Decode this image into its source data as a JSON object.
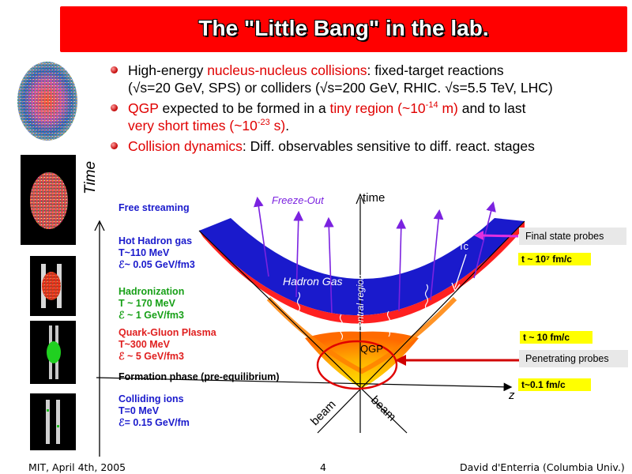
{
  "title": "The \"Little Bang\" in the lab.",
  "bullets": {
    "b1": {
      "plain1": "High-energy ",
      "red1": "nucleus-nucleus collisions",
      "plain2": ": fixed-target reactions",
      "line2": "(√s=20 GeV, SPS) or colliders (√s=200 GeV, RHIC. √s=5.5 TeV, LHC)"
    },
    "b2": {
      "red1": "QGP",
      "plain1": " expected to be formed in a ",
      "red2": "tiny region (~10",
      "sup1": "-14",
      "red3": " m)",
      "plain2": " and to last",
      "red4": "very short times (~10",
      "sup2": "-23",
      "red5": " s)",
      "plain3": "."
    },
    "b3": {
      "red1": "Collision dynamics",
      "plain1": ": Diff. observables sensitive to diff. react. stages"
    }
  },
  "diagram": {
    "time_axis_label": "Time",
    "stages": {
      "free_streaming": "Free streaming",
      "hot_hadron_gas": "Hot Hadron gas",
      "hhg_T": "T~110 MeV",
      "hhg_e": "ℰ~ 0.05 GeV/fm3",
      "hadronization": "Hadronization",
      "had_T": "T ~ 170 MeV",
      "had_e": "ℰ ~ 1 GeV/fm3",
      "qgp": "Quark-Gluon Plasma",
      "qgp_T": "T~300 MeV",
      "qgp_e": "ℰ ~ 5 GeV/fm3",
      "formation": "Formation phase (pre-equilibrium)",
      "colliding": "Colliding ions",
      "col_T": "T=0 MeV",
      "col_e": "ℰ= 0.15 GeV/fm"
    },
    "labels": {
      "freeze_out": "Freeze-Out",
      "time": "time",
      "tc": "Tc",
      "hadron_gas": "Hadron Gas",
      "central_region": "central region",
      "qgp": "QGP",
      "beam_left": "beam",
      "beam_right": "beam",
      "z": "z"
    },
    "probes": {
      "final_state": "Final state probes",
      "t_final": "t ~ 10⁷ fm/c",
      "t_10": "t ~ 10  fm/c",
      "penetrating": "Penetrating probes",
      "t_01": "t~0.1 fm/c"
    },
    "colors": {
      "hadron_gas": "#1a1acc",
      "boundary": "#ff2020",
      "qgp_core": "#ffd000",
      "qgp_edge": "#ff7a00",
      "arrows": "#7b22e0",
      "probe_arrow": "#d00000"
    }
  },
  "footer": {
    "left": "MIT, April 4th, 2005",
    "center": "4",
    "right": "David d'Enterria (Columbia Univ.)"
  }
}
